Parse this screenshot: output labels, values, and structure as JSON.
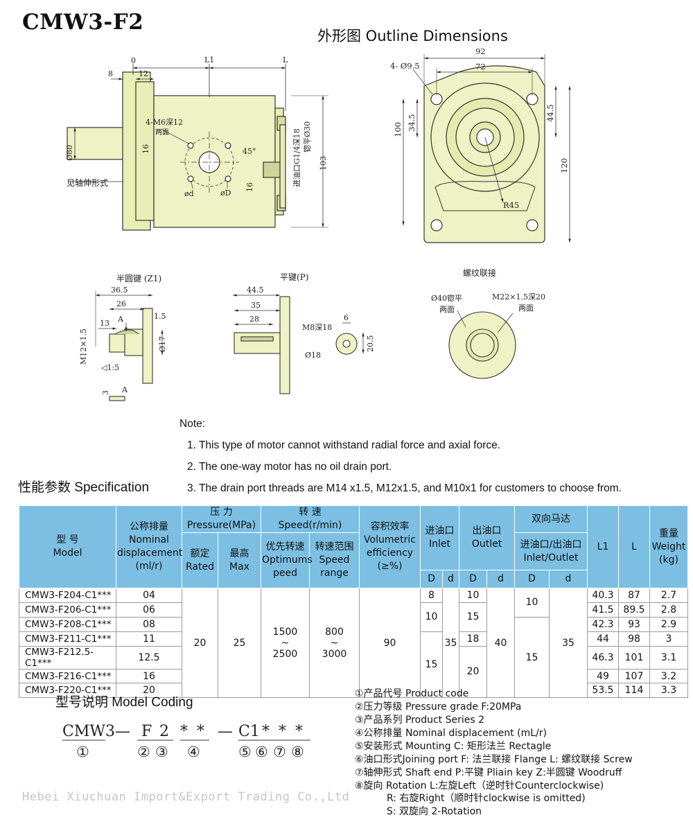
{
  "title": "CMW3-F2",
  "outline_heading": "外形图 Outline Dimensions",
  "drawings": {
    "side": {
      "dims": [
        "0",
        "L1",
        "L",
        "8",
        "12",
        "4-M6深12",
        "两面",
        "16",
        "45°",
        "16",
        "ød",
        "øD",
        "Ø80",
        "见轴伸形式",
        "103",
        "进油口G1/4深18",
        "锪平Ø30"
      ]
    },
    "front": {
      "dims": [
        "92",
        "72",
        "4- Ø9.5",
        "100",
        "34.5",
        "44.5",
        "120",
        "R45"
      ]
    },
    "woodruff": {
      "label": "半圆键 (Z1)",
      "dims": [
        "36.5",
        "26",
        "13",
        "A",
        "1.5",
        "M12×1.5",
        "Ø17",
        "◁1:5",
        "3",
        "A"
      ]
    },
    "flat_key": {
      "label": "平键(P)",
      "dims": [
        "44.5",
        "35",
        "28",
        "M8深18",
        "6",
        "20.5",
        "Ø18"
      ]
    },
    "thread": {
      "label": "螺纹联接",
      "dims": [
        "Ø40锪平",
        "两面",
        "M22×1.5深20",
        "两面"
      ]
    }
  },
  "note": {
    "heading": "Note:",
    "items": [
      "1. This type of motor cannot withstand radial force and axial force.",
      "2. The one-way motor has no oil drain port.",
      "3. The drain port threads are M14 x1.5, M12x1.5, and M10x1 for customers to choose from."
    ]
  },
  "spec_heading": "性能参数 Specification",
  "table": {
    "h_model": "型 号\nModel",
    "h_disp": "公称排量\nNominal\ndisplacement\n(ml/r)",
    "h_pressure": "压 力\nPressure(MPa)",
    "h_rated": "额定\nRated",
    "h_max": "最高\nMax",
    "h_speed": "转 速\nSpeed(r/min)",
    "h_opt": "优先转速\nOptimums\npeed",
    "h_range": "转速范围\nSpeed\nrange",
    "h_eff": "容积效率\nVolumetric\nefficiency\n(≥%)",
    "h_bidir": "双向马达",
    "h_inlet": "进油口\nInlet",
    "h_outlet": "出油口\nOutlet",
    "h_inout": "进油口/出油口\nInlet/Outlet",
    "h_L1": "L1",
    "h_L": "L",
    "h_weight": "重量\nWeight\n(kg)",
    "h_D": "D",
    "h_d": "d",
    "rows": [
      {
        "model": "CMW3-F204-C1***",
        "disp": "04",
        "L1": "40.3",
        "L": "87",
        "weight": "2.7"
      },
      {
        "model": "CMW3-F206-C1***",
        "disp": "06",
        "L1": "41.5",
        "L": "89.5",
        "weight": "2.8"
      },
      {
        "model": "CMW3-F208-C1***",
        "disp": "08",
        "L1": "42.3",
        "L": "93",
        "weight": "2.9"
      },
      {
        "model": "CMW3-F211-C1***",
        "disp": "11",
        "L1": "44",
        "L": "98",
        "weight": "3"
      },
      {
        "model": "CMW3-F212.5-C1***",
        "disp": "12.5",
        "L1": "46.3",
        "L": "101",
        "weight": "3.1"
      },
      {
        "model": "CMW3-F216-C1***",
        "disp": "16",
        "L1": "49",
        "L": "107",
        "weight": "3.2"
      },
      {
        "model": "CMW3-F220-C1***",
        "disp": "20",
        "L1": "53.5",
        "L": "114",
        "weight": "3.3"
      }
    ],
    "rated": "20",
    "max": "25",
    "opt": "1500\n~\n2500",
    "range": "800\n~\n3000",
    "eff": "90",
    "inlet_D": [
      "8",
      "10",
      "15"
    ],
    "inlet_d": "35",
    "outlet_D": [
      "10",
      "15",
      "18",
      "20"
    ],
    "outlet_d": "40",
    "bi_D": [
      "10",
      "15"
    ],
    "bi_d": "35"
  },
  "coding": {
    "heading": "型号说明 Model Coding",
    "code": [
      "CMW3",
      "—",
      "F",
      "2",
      "*",
      "*",
      "—",
      "C1",
      "*",
      "*",
      "*"
    ],
    "markers": [
      "①",
      "②",
      "③",
      "④",
      "⑤",
      "⑥",
      "⑦",
      "⑧"
    ],
    "legend": [
      "①产品代号 Product code",
      "②压力等级 Pressure grade   F:20MPa",
      "③产品系列  Product Series 2",
      "④公称排量 Nominal displacement (mL/r)",
      "⑤安装形式 Mounting C: 矩形法兰 Rectagle",
      "⑥油口形式Joining port  F: 法兰联接  Flange  L:  螺纹联接  Screw",
      "⑦轴伸形式 Shaft end     P:平键  Pliain key   Z:半圆键  Woodruff",
      "⑧旋向 Rotation    L:左旋Left（逆时针Counterclockwise)",
      "R:  右旋Right（顺时针clockwise is omitted)",
      "S: 双旋向  2-Rotation"
    ]
  },
  "watermark": "Hebei Xiuchuan Import&Export Trading Co.,Ltd"
}
